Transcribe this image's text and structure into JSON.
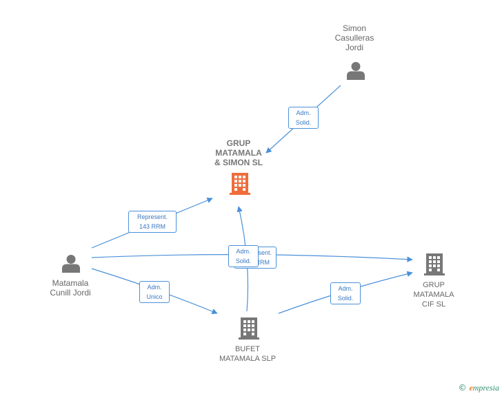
{
  "colors": {
    "edge": "#4a90d9",
    "person_icon": "#777777",
    "company_icon": "#777777",
    "highlight_company_icon": "#ef6d3a"
  },
  "nodes": {
    "simon": {
      "label_lines": [
        "Simon",
        "Casulleras",
        "Jordi"
      ],
      "icon": "person-icon"
    },
    "grup_simon": {
      "label_lines": [
        "GRUP",
        "MATAMALA",
        "& SIMON  SL"
      ],
      "icon": "building-icon"
    },
    "matamala": {
      "label_lines": [
        "Matamala",
        "Cunill Jordi"
      ],
      "icon": "person-icon"
    },
    "grup_cif": {
      "label_lines": [
        "GRUP",
        "MATAMALA",
        "CIF  SL"
      ],
      "icon": "building-icon"
    },
    "bufet": {
      "label_lines": [
        "BUFET",
        "MATAMALA  SLP"
      ],
      "icon": "building-icon"
    }
  },
  "edges": {
    "simon_to_grup": [
      "Adm.",
      "Solid."
    ],
    "matamala_represent": [
      "Represent.",
      "143 RRM"
    ],
    "bufet_adm_solid": [
      "Adm.",
      "Solid."
    ],
    "matamala_represent_cif": [
      "Represent.",
      "143 RRM"
    ],
    "matamala_adm_unico": [
      "Adm.",
      "Unico"
    ],
    "bufet_to_cif": [
      "Adm.",
      "Solid."
    ]
  },
  "brand": {
    "copyright": "©",
    "name_first": "e",
    "name_rest": "mpresia"
  }
}
